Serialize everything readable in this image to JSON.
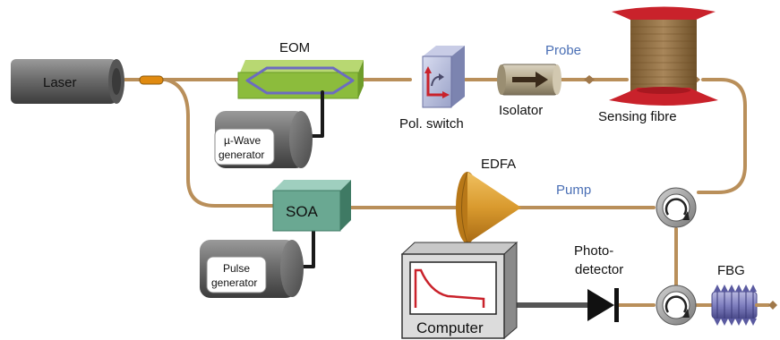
{
  "labels": {
    "laser": "Laser",
    "eom": "EOM",
    "mu_wave_line1": "µ-Wave",
    "mu_wave_line2": "generator",
    "pol_switch": "Pol. switch",
    "isolator": "Isolator",
    "probe": "Probe",
    "sensing_fibre": "Sensing fibre",
    "soa": "SOA",
    "pulse_line1": "Pulse",
    "pulse_line2": "generator",
    "edfa": "EDFA",
    "pump": "Pump",
    "photodetector_line1": "Photo-",
    "photodetector_line2": "detector",
    "computer": "Computer",
    "fbg": "FBG"
  },
  "colors": {
    "fiber": "#b98f5a",
    "eom_body": "#8cbc3c",
    "waveguide": "#6c6cc0",
    "soa_body": "#6aa892",
    "edfa_body": "#d99a2e",
    "spool_flange": "#c9222b",
    "spool_core": "#9b7a4a",
    "trace": "#c9222b",
    "label_blue": "#4a6fb5"
  }
}
